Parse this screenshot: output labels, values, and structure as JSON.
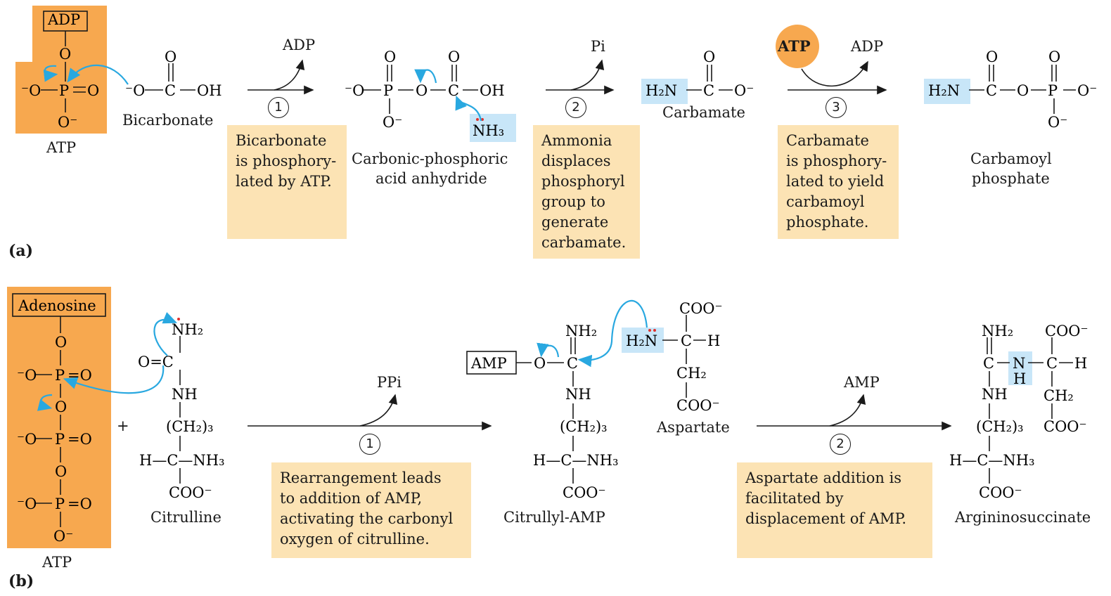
{
  "colors": {
    "atp": "#f7a84f",
    "note": "#fce3b4",
    "highlight": "#c8e6f8",
    "arrow": "#29a8e0",
    "electrons": "#e0322d"
  },
  "panel_a": {
    "label": "(a)",
    "molecules": {
      "atp": "ATP",
      "bicarbonate": "Bicarbonate",
      "anhydride_1": "Carbonic-phosphoric",
      "anhydride_2": "acid anhydride",
      "carbamate": "Carbamate",
      "carbamoyl_1": "Carbamoyl",
      "carbamoyl_2": "phosphate"
    },
    "step1": {
      "number": "1",
      "product": "ADP",
      "note": "Bicarbonate\nis phosphory-\nlated by ATP."
    },
    "step2": {
      "number": "2",
      "product": "Pi",
      "note": "Ammonia\ndisplaces\nphosphoryl\ngroup to\ngenerate\ncarbamate."
    },
    "step3": {
      "number": "3",
      "reactant": "ATP",
      "product": "ADP",
      "note": "Carbamate\nis phosphory-\nlated to yield\ncarbamoyl\nphosphate."
    },
    "atoms": {
      "adp_box": "ADP",
      "O": "O",
      "O_minus": "O⁻",
      "P": "P",
      "OH": "OH",
      "C": "C",
      "NH3": "NH₃",
      "H2N": "H₂N",
      "left_O_minus": "⁻O",
      "eq_O": "=O"
    }
  },
  "panel_b": {
    "label": "(b)",
    "molecules": {
      "atp": "ATP",
      "adenosine": "Adenosine",
      "citrulline": "Citrulline",
      "citrullyl_amp": "Citrullyl-AMP",
      "aspartate": "Aspartate",
      "argininosuccinate": "Argininosuccinate"
    },
    "plus": "+",
    "step1": {
      "number": "1",
      "product": "PPi",
      "note": "Rearrangement leads\nto addition of AMP,\nactivating the carbonyl\noxygen of citrulline."
    },
    "step2": {
      "number": "2",
      "product": "AMP",
      "note": "Aspartate addition is\nfacilitated by\ndisplacement of AMP."
    },
    "atoms": {
      "NH2": "NH₂",
      "NH2_plus": "N̈H₂",
      "NH": "NH",
      "CH2_3": "(CH₂)₃",
      "H_C_NH3": "H—C—NH₃",
      "COO": "COO⁻",
      "CH2": "CH₂",
      "H2N": "H₂N",
      "AMP": "AMP",
      "O_eq_C": "O=C",
      "N": "N",
      "H": "H"
    }
  }
}
